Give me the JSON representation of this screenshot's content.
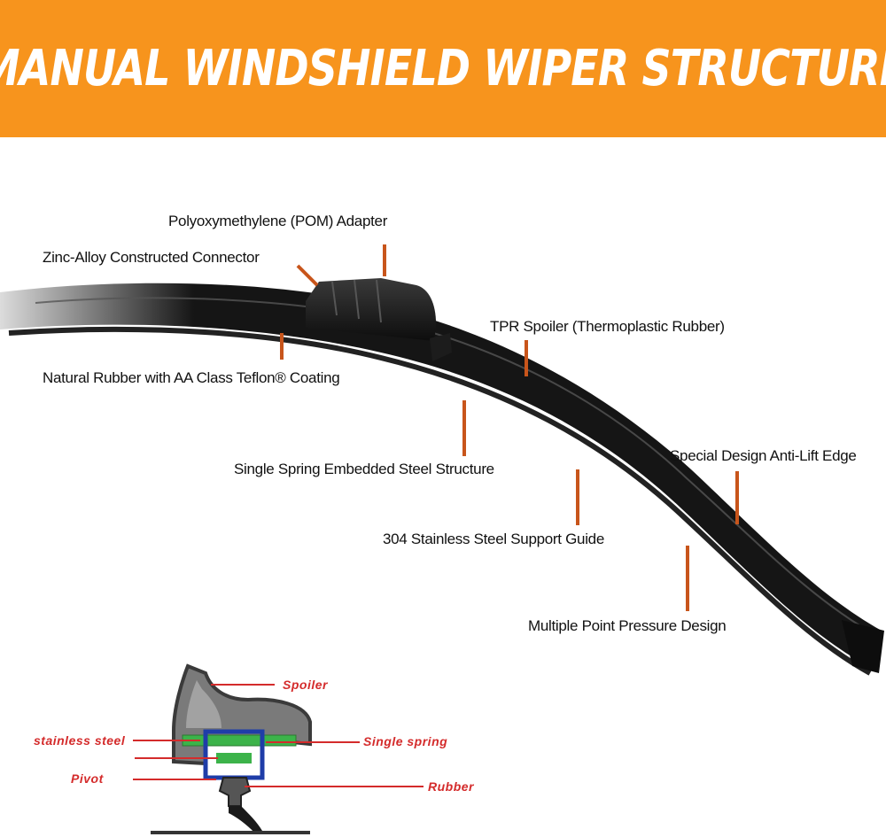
{
  "title": "MANUAL WINDSHIELD WIPER STRUCTURE",
  "colors": {
    "banner": "#f7941d",
    "leader": "#c8551b",
    "blade": "#151515",
    "section_label": "#d42b2b"
  },
  "blade_labels": {
    "pom_adapter": "Polyoxymethylene (POM) Adapter",
    "connector": "Zinc-Alloy Constructed Connector",
    "natural_rubber": "Natural Rubber with AA Class Teflon® Coating",
    "tpr_spoiler": "TPR Spoiler (Thermoplastic Rubber)",
    "steel_structure": "Single Spring Embedded Steel Structure",
    "anti_lift": "Special Design Anti-Lift Edge",
    "support_guide": "304 Stainless Steel Support Guide",
    "pressure": "Multiple Point Pressure Design"
  },
  "cross_section": {
    "spoiler": "Spoiler",
    "stainless_steel": "stainless steel",
    "single_spring": "Single spring",
    "pivot": "Pivot",
    "rubber": "Rubber"
  }
}
